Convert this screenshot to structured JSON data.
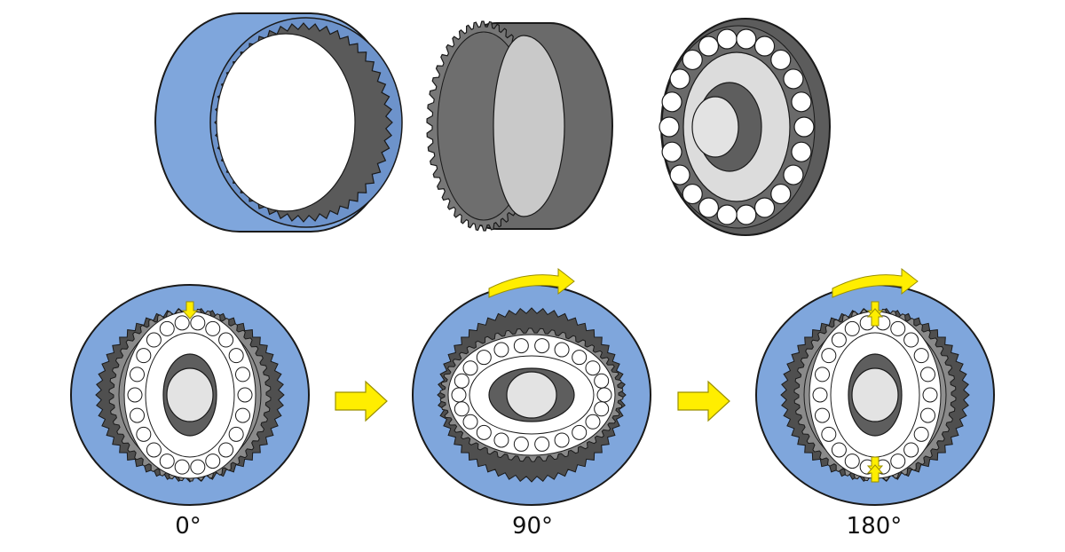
{
  "colors": {
    "circular_spline": "#7fa6dc",
    "flexspline": "#717171",
    "flexspline_light": "#c9c9c9",
    "wave_generator_plate": "#dcdcdc",
    "hub_dark": "#5e5e5e",
    "hub_light": "#e3e3e3",
    "ball": "#ffffff",
    "outline": "#1a1a1a",
    "arrow": "#ffee00",
    "arrow_outline": "#9a8f00"
  },
  "components": {
    "top_row": [
      "circular-spline",
      "flexspline",
      "wave-generator"
    ],
    "teeth": {
      "circular_spline": 48,
      "flexspline": 46
    },
    "wave_generator_balls": 22
  },
  "stages": [
    {
      "label": "0°",
      "wave_generator_axis": "vertical",
      "rotation_arrow": false,
      "engagement": "top"
    },
    {
      "label": "90°",
      "wave_generator_axis": "horizontal",
      "rotation_arrow": true,
      "engagement": "none"
    },
    {
      "label": "180°",
      "wave_generator_axis": "vertical",
      "rotation_arrow": true,
      "engagement": "top-and-bottom"
    }
  ]
}
